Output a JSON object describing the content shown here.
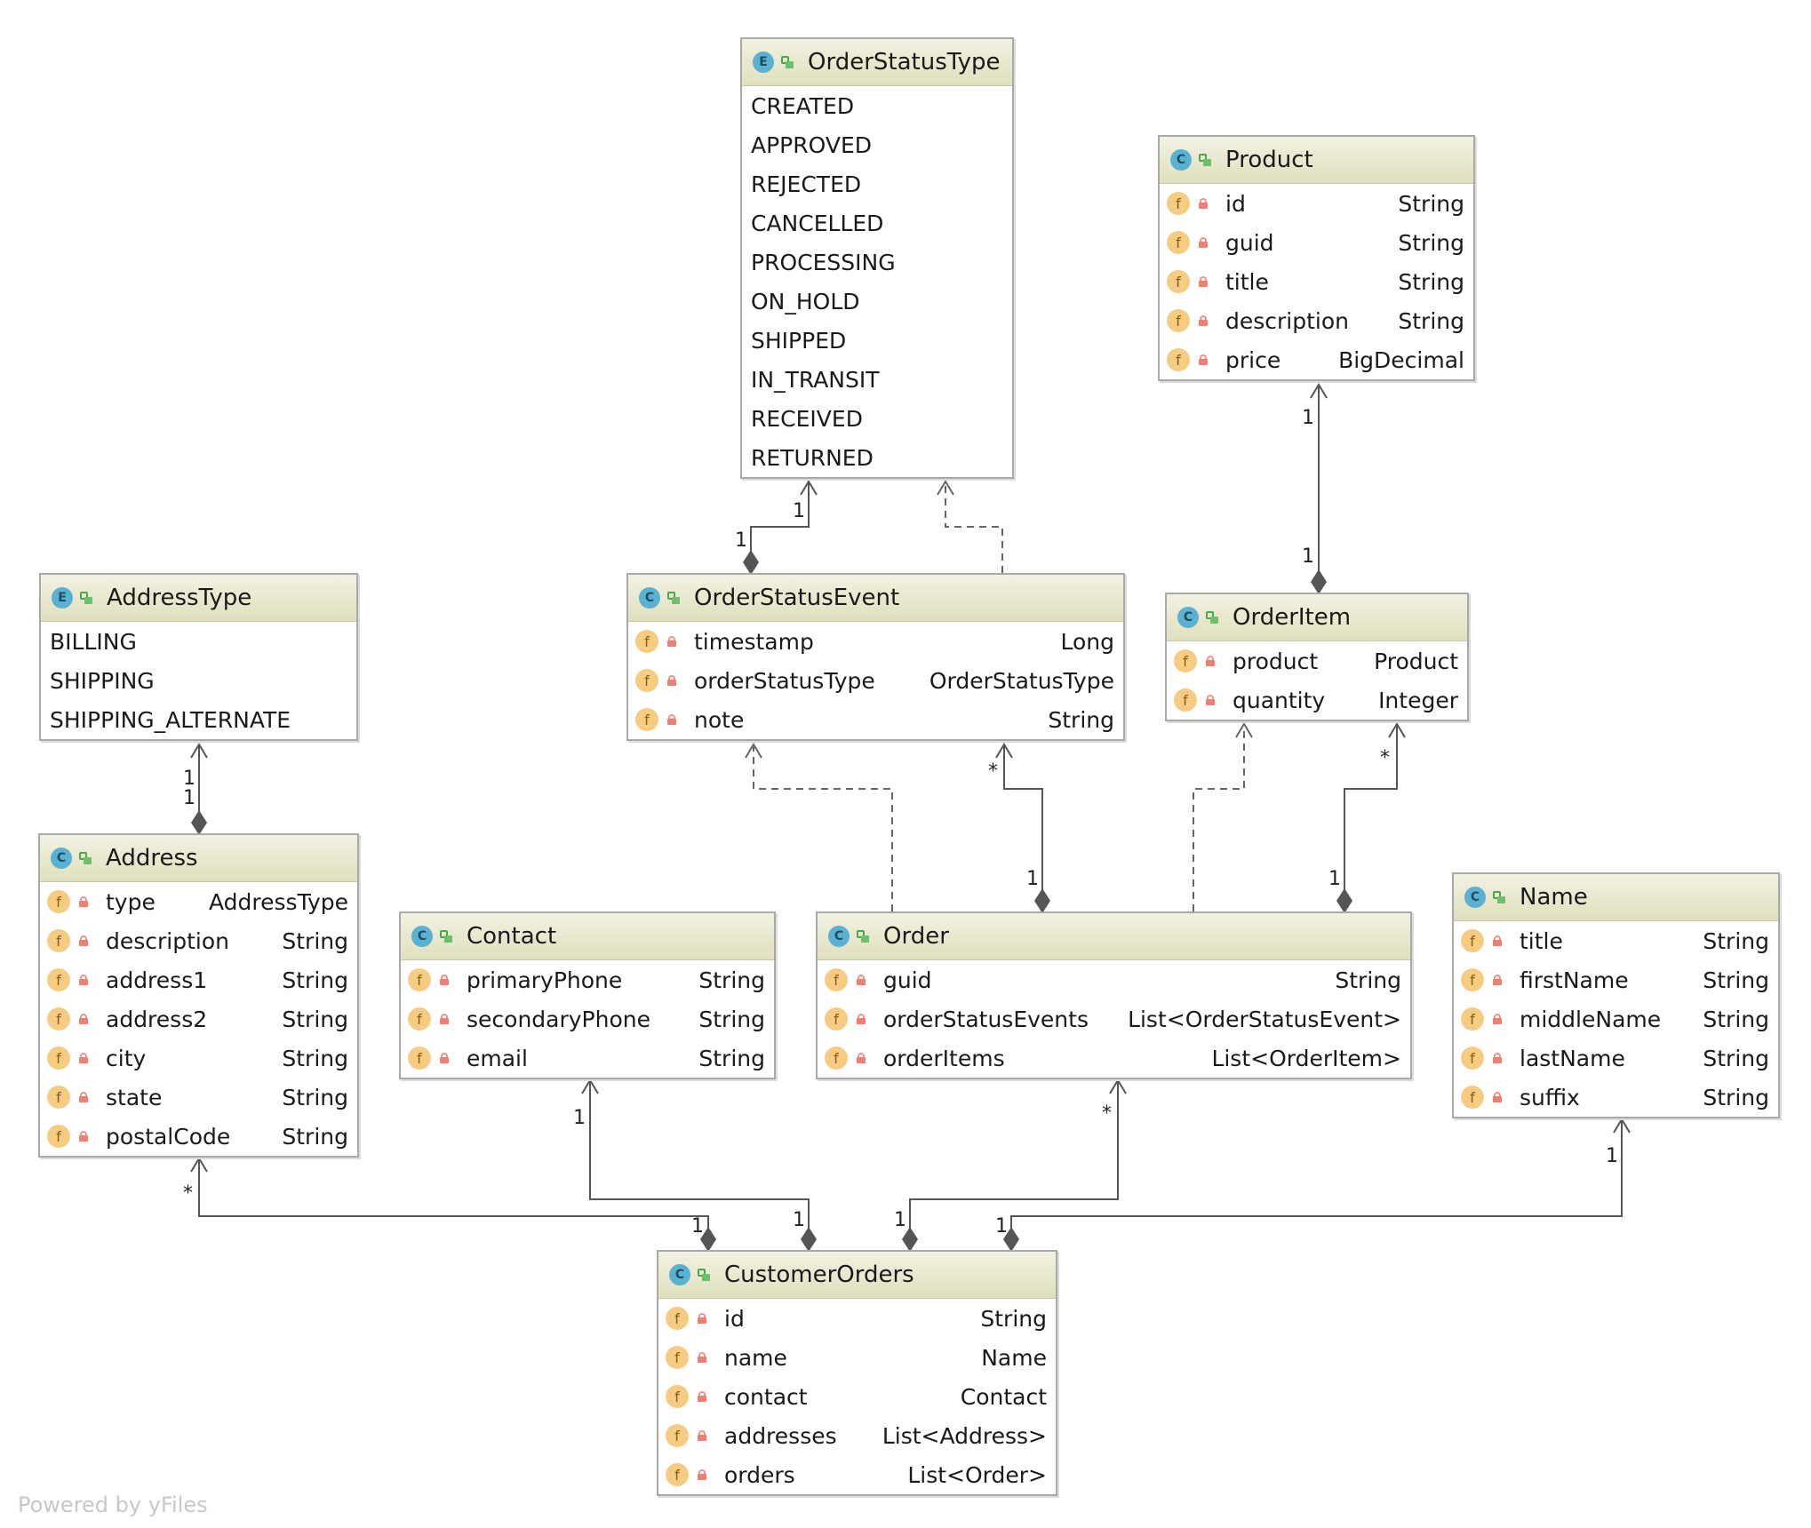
{
  "nodes": {
    "order_status_type": {
      "kind": "E",
      "name": "OrderStatusType",
      "values": [
        "CREATED",
        "APPROVED",
        "REJECTED",
        "CANCELLED",
        "PROCESSING",
        "ON_HOLD",
        "SHIPPED",
        "IN_TRANSIT",
        "RECEIVED",
        "RETURNED"
      ]
    },
    "product": {
      "kind": "C",
      "name": "Product",
      "fields": [
        {
          "name": "id",
          "type": "String"
        },
        {
          "name": "guid",
          "type": "String"
        },
        {
          "name": "title",
          "type": "String"
        },
        {
          "name": "description",
          "type": "String"
        },
        {
          "name": "price",
          "type": "BigDecimal"
        }
      ]
    },
    "address_type": {
      "kind": "E",
      "name": "AddressType",
      "values": [
        "BILLING",
        "SHIPPING",
        "SHIPPING_ALTERNATE"
      ]
    },
    "order_status_event": {
      "kind": "C",
      "name": "OrderStatusEvent",
      "fields": [
        {
          "name": "timestamp",
          "type": "Long"
        },
        {
          "name": "orderStatusType",
          "type": "OrderStatusType"
        },
        {
          "name": "note",
          "type": "String"
        }
      ]
    },
    "order_item": {
      "kind": "C",
      "name": "OrderItem",
      "fields": [
        {
          "name": "product",
          "type": "Product"
        },
        {
          "name": "quantity",
          "type": "Integer"
        }
      ]
    },
    "address": {
      "kind": "C",
      "name": "Address",
      "fields": [
        {
          "name": "type",
          "type": "AddressType"
        },
        {
          "name": "description",
          "type": "String"
        },
        {
          "name": "address1",
          "type": "String"
        },
        {
          "name": "address2",
          "type": "String"
        },
        {
          "name": "city",
          "type": "String"
        },
        {
          "name": "state",
          "type": "String"
        },
        {
          "name": "postalCode",
          "type": "String"
        }
      ]
    },
    "contact": {
      "kind": "C",
      "name": "Contact",
      "fields": [
        {
          "name": "primaryPhone",
          "type": "String"
        },
        {
          "name": "secondaryPhone",
          "type": "String"
        },
        {
          "name": "email",
          "type": "String"
        }
      ]
    },
    "order": {
      "kind": "C",
      "name": "Order",
      "fields": [
        {
          "name": "guid",
          "type": "String"
        },
        {
          "name": "orderStatusEvents",
          "type": "List<OrderStatusEvent>"
        },
        {
          "name": "orderItems",
          "type": "List<OrderItem>"
        }
      ]
    },
    "name": {
      "kind": "C",
      "name": "Name",
      "fields": [
        {
          "name": "title",
          "type": "String"
        },
        {
          "name": "firstName",
          "type": "String"
        },
        {
          "name": "middleName",
          "type": "String"
        },
        {
          "name": "lastName",
          "type": "String"
        },
        {
          "name": "suffix",
          "type": "String"
        }
      ]
    },
    "customer_orders": {
      "kind": "C",
      "name": "CustomerOrders",
      "fields": [
        {
          "name": "id",
          "type": "String"
        },
        {
          "name": "name",
          "type": "Name"
        },
        {
          "name": "contact",
          "type": "Contact"
        },
        {
          "name": "addresses",
          "type": "List<Address>"
        },
        {
          "name": "orders",
          "type": "List<Order>"
        }
      ]
    }
  },
  "field_badge": "f",
  "icons": {
    "class_badge": "class-icon",
    "enum_badge": "enum-icon",
    "field_badge": "field-icon",
    "visibility": "public-icon",
    "field_visibility": "lock-icon"
  },
  "edges": [
    {
      "id": "ose-to-ost",
      "from": "OrderStatusEvent",
      "to": "OrderStatusType",
      "kind": "composition",
      "label_source": "1",
      "label_target": "1"
    },
    {
      "id": "ose-depends-ost",
      "from": "OrderStatusEvent",
      "to": "OrderStatusType",
      "kind": "dependency"
    },
    {
      "id": "oi-to-product",
      "from": "OrderItem",
      "to": "Product",
      "kind": "composition",
      "label_source": "1",
      "label_target": "1"
    },
    {
      "id": "address-to-addresstype",
      "from": "Address",
      "to": "AddressType",
      "kind": "composition",
      "label_source": "1",
      "label_target": "1"
    },
    {
      "id": "order-depends-ose",
      "from": "Order",
      "to": "OrderStatusEvent",
      "kind": "dependency"
    },
    {
      "id": "order-to-ose",
      "from": "Order",
      "to": "OrderStatusEvent",
      "kind": "composition",
      "label_source": "1",
      "label_target": "*"
    },
    {
      "id": "order-depends-oi",
      "from": "Order",
      "to": "OrderItem",
      "kind": "dependency"
    },
    {
      "id": "order-to-oi",
      "from": "Order",
      "to": "OrderItem",
      "kind": "composition",
      "label_source": "1",
      "label_target": "*"
    },
    {
      "id": "co-to-address",
      "from": "CustomerOrders",
      "to": "Address",
      "kind": "composition",
      "label_source": "1",
      "label_target": "*"
    },
    {
      "id": "co-to-contact",
      "from": "CustomerOrders",
      "to": "Contact",
      "kind": "composition",
      "label_source": "1",
      "label_target": "1"
    },
    {
      "id": "co-to-order",
      "from": "CustomerOrders",
      "to": "Order",
      "kind": "composition",
      "label_source": "1",
      "label_target": "*"
    },
    {
      "id": "co-to-name",
      "from": "CustomerOrders",
      "to": "Name",
      "kind": "composition",
      "label_source": "1",
      "label_target": "1"
    }
  ],
  "colors": {
    "line": "#555555",
    "dashed_line": "#666666",
    "header_top": "#f2f2e2",
    "header_bottom": "#e0dfbd",
    "class_badge": "#5ab1d1",
    "field_badge": "#f6cc83",
    "lock": "#ee7f72",
    "visibility": "#4aa84a"
  },
  "watermark": "Powered by yFiles"
}
